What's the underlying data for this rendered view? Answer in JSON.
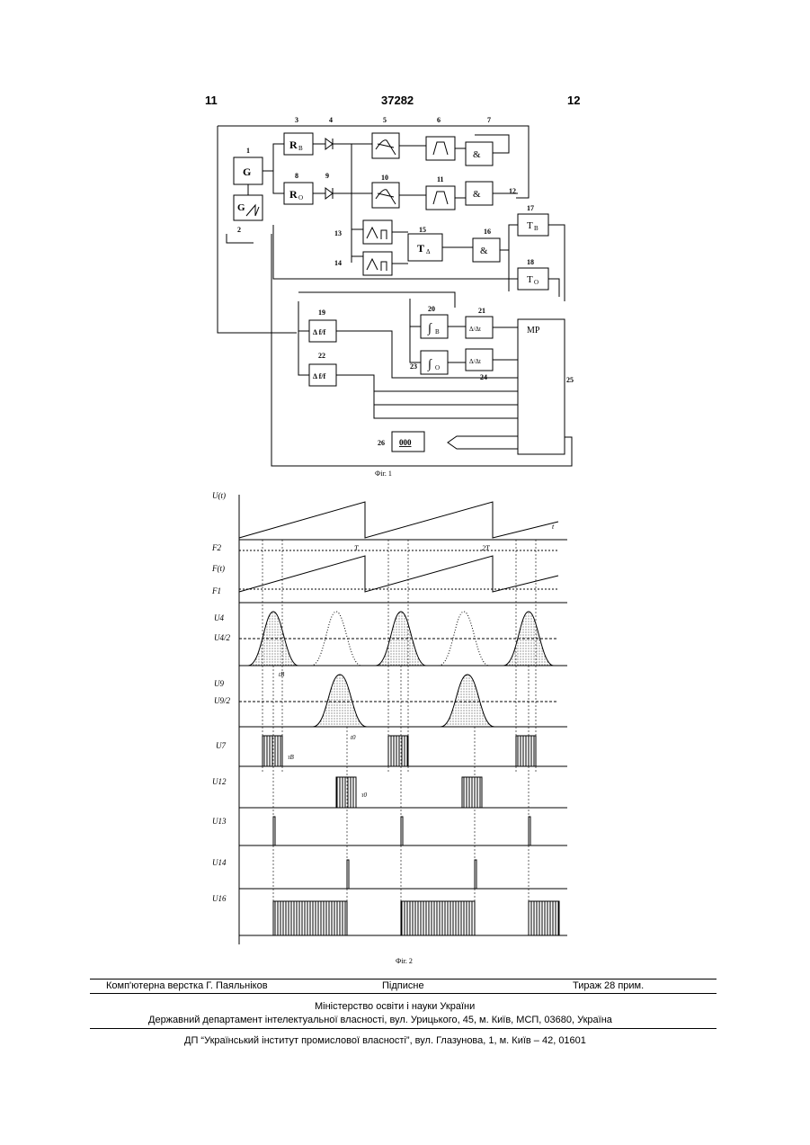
{
  "header": {
    "page_left": "11",
    "patent_number": "37282",
    "page_right": "12"
  },
  "figure1": {
    "caption": "Фіг. 1",
    "block_numbers": [
      "1",
      "2",
      "3",
      "4",
      "5",
      "6",
      "7",
      "8",
      "9",
      "10",
      "11",
      "12",
      "13",
      "14",
      "15",
      "16",
      "17",
      "18",
      "19",
      "20",
      "21",
      "22",
      "23",
      "24",
      "25",
      "26"
    ],
    "labels": {
      "g": "G",
      "rb": "R",
      "rb_sub": "B",
      "ro": "R",
      "ro_sub": "O",
      "and": "&",
      "td": "T",
      "td_sub": "Δ",
      "tb": "T",
      "tb_sub": "B",
      "to": "T",
      "to_sub": "O",
      "df": "Δ f/f",
      "int_b": "∫",
      "int_b_sub": "B",
      "int_o": "∫",
      "int_o_sub": "O",
      "dt": "Δ/Δt",
      "mp": "МР",
      "display": "000"
    }
  },
  "figure2": {
    "caption": "Фіг. 2",
    "rows": [
      "U(t)",
      "F2",
      "F(t)",
      "F1",
      "U4",
      "U4/2",
      "U9",
      "U9/2",
      "U7",
      "U12",
      "U13",
      "U14",
      "U16"
    ],
    "t": "t",
    "T": "T",
    "2T": "2T",
    "tB": "tB",
    "t0": "t0",
    "tauB": "τB",
    "tau0": "τ0"
  },
  "footer": {
    "layout": "Комп'ютерна верстка Г. Паяльніков",
    "signed": "Підписне",
    "circulation": "Тираж 28 прим.",
    "ministry": "Міністерство освіти і науки України",
    "department": "Державний департамент інтелектуальної власності, вул. Урицького, 45, м. Київ, МСП, 03680, Україна",
    "institute": "ДП “Український інститут промислової власності”, вул. Глазунова, 1, м. Київ – 42, 01601"
  }
}
